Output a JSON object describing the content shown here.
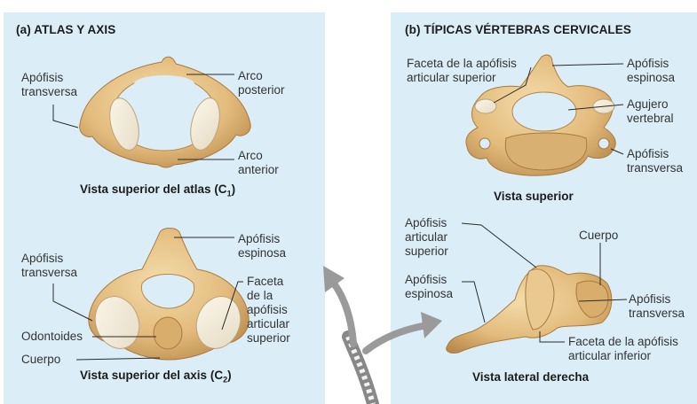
{
  "panel_a": {
    "title": "(a)  ATLAS Y AXIS",
    "atlas": {
      "labels": {
        "apofisis_transversa": "Apófisis\ntransversa",
        "arco_posterior": "Arco\nposterior",
        "arco_anterior": "Arco\nanterior"
      },
      "caption_main": "Vista superior del atlas (C",
      "caption_sub": "1",
      "caption_end": ")"
    },
    "axis": {
      "labels": {
        "apofisis_transversa": "Apófisis\ntransversa",
        "apofisis_espinosa": "Apófisis\nespinosa",
        "faceta": "Faceta\nde la\napófisis\narticular\nsuperior",
        "odontoides": "Odontoides",
        "cuerpo": "Cuerpo"
      },
      "caption_main": "Vista superior del axis (C",
      "caption_sub": "2",
      "caption_end": ")"
    }
  },
  "panel_b": {
    "title": "(b)  TÍPICAS VÉRTEBRAS CERVICALES",
    "superior": {
      "labels": {
        "faceta_superior": "Faceta de la apófisis\narticular superior",
        "apofisis_espinosa": "Apófisis\nespinosa",
        "agujero_vertebral": "Agujero\nvertebral",
        "apofisis_transversa": "Apófisis\ntransversa"
      },
      "caption": "Vista superior"
    },
    "lateral": {
      "labels": {
        "apofisis_articular_superior": "Apófisis\narticular\nsuperior",
        "cuerpo": "Cuerpo",
        "apofisis_espinosa": "Apófisis\nespinosa",
        "apofisis_transversa": "Apófisis\ntransversa",
        "faceta_inferior": "Faceta de la apófisis\narticular inferior"
      },
      "caption": "Vista lateral derecha"
    }
  },
  "colors": {
    "panel_bg": "#dbeef8",
    "bone": "#e8c58c",
    "bone_shadow": "#c99a5a",
    "facet": "#f5efdf",
    "arrow": "#9a9a9a"
  }
}
